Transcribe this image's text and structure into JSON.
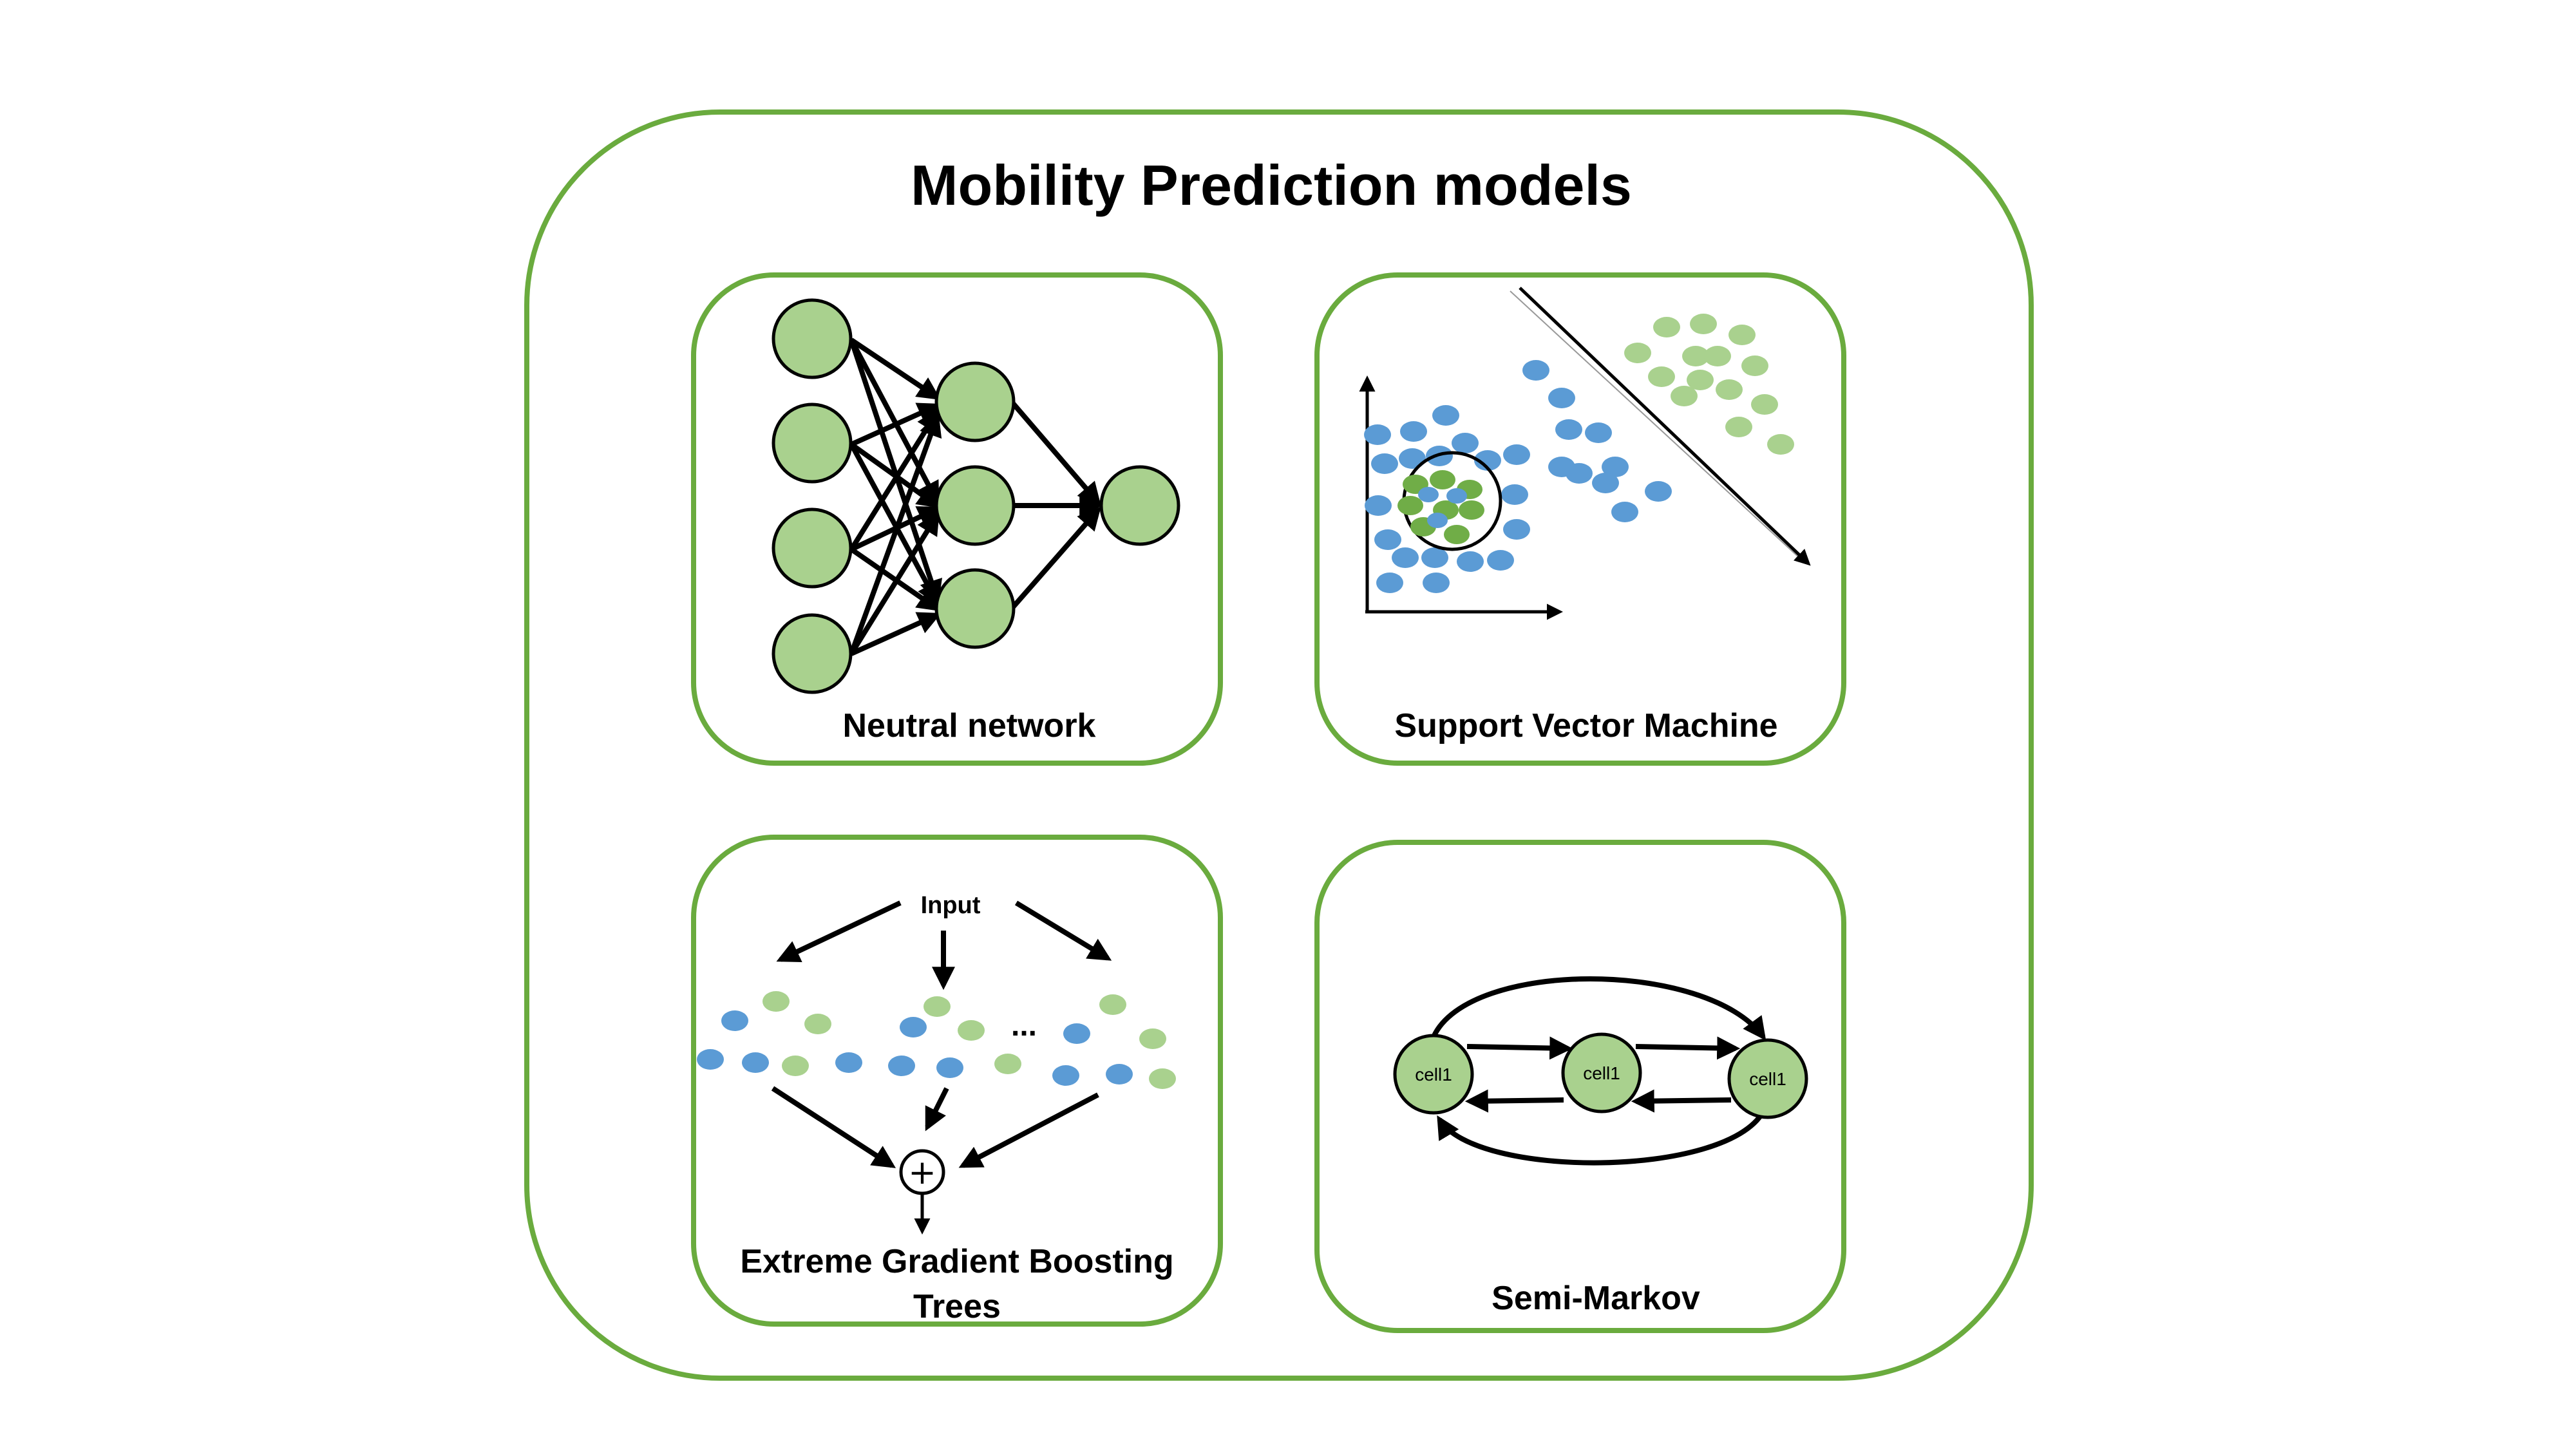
{
  "title": "Mobility Prediction models",
  "panels": {
    "neural_network": {
      "label": "Neutral network"
    },
    "svm": {
      "label": "Support Vector Machine"
    },
    "xgboost": {
      "label_line1": "Extreme Gradient Boosting",
      "label_line2": "Trees",
      "input_label": "Input",
      "ellipsis": "...",
      "plus_symbol": "+"
    },
    "semi_markov": {
      "label": "Semi-Markov",
      "states": [
        "cell1",
        "cell1",
        "cell1"
      ]
    }
  },
  "colors": {
    "frame_green": "#6aab3e",
    "node_green": "#a9d18e",
    "dot_blue": "#5b9bd5",
    "dot_green": "#a9d18e",
    "dot_green_dark": "#70ad47"
  }
}
